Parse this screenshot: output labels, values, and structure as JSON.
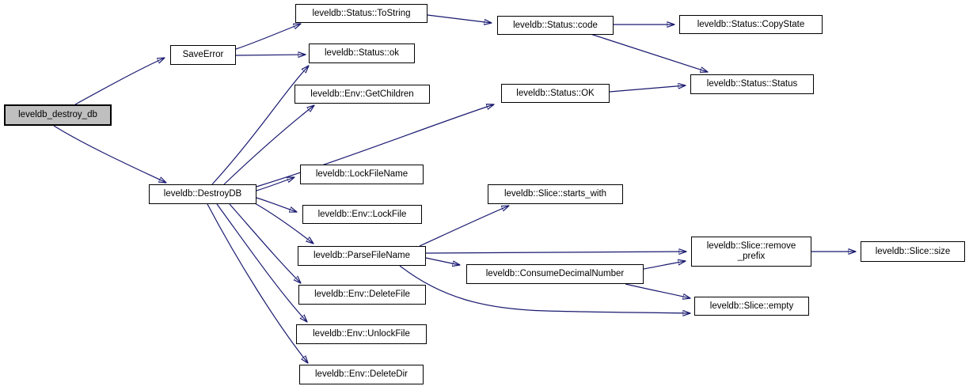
{
  "diagram": {
    "type": "call-graph",
    "colors": {
      "edge": "#191970",
      "node_border": "#000000",
      "node_fill": "#ffffff",
      "highlight_fill": "#bfbfbf",
      "background": "#ffffff",
      "text": "#000000"
    },
    "nodes": {
      "destroy_db": {
        "label": "leveldb_destroy_db",
        "highlighted": true
      },
      "SaveError": {
        "label": "SaveError"
      },
      "ToString": {
        "label": "leveldb::Status::ToString"
      },
      "StatusOk": {
        "label": "leveldb::Status::ok"
      },
      "GetChildren": {
        "label": "leveldb::Env::GetChildren"
      },
      "StatusCode": {
        "label": "leveldb::Status::code"
      },
      "CopyState": {
        "label": "leveldb::Status::CopyState"
      },
      "StatusOK": {
        "label": "leveldb::Status::OK"
      },
      "StatusStatus": {
        "label": "leveldb::Status::Status"
      },
      "DestroyDB": {
        "label": "leveldb::DestroyDB"
      },
      "LockFileName": {
        "label": "leveldb::LockFileName"
      },
      "EnvLockFile": {
        "label": "leveldb::Env::LockFile"
      },
      "ParseFileName": {
        "label": "leveldb::ParseFileName"
      },
      "StartsWith": {
        "label": "leveldb::Slice::starts_with"
      },
      "ConsumeDecimal": {
        "label": "leveldb::ConsumeDecimalNumber"
      },
      "RemovePrefix": {
        "line1": "leveldb::Slice::remove",
        "line2": "_prefix"
      },
      "SliceSize": {
        "label": "leveldb::Slice::size"
      },
      "SliceEmpty": {
        "label": "leveldb::Slice::empty"
      },
      "DeleteFile": {
        "label": "leveldb::Env::DeleteFile"
      },
      "UnlockFile": {
        "label": "leveldb::Env::UnlockFile"
      },
      "DeleteDir": {
        "label": "leveldb::Env::DeleteDir"
      }
    },
    "edges": [
      {
        "from": "leveldb_destroy_db",
        "to": "SaveError"
      },
      {
        "from": "leveldb_destroy_db",
        "to": "leveldb::DestroyDB"
      },
      {
        "from": "SaveError",
        "to": "leveldb::Status::ToString"
      },
      {
        "from": "SaveError",
        "to": "leveldb::Status::ok"
      },
      {
        "from": "leveldb::Status::ToString",
        "to": "leveldb::Status::code"
      },
      {
        "from": "leveldb::Status::code",
        "to": "leveldb::Status::CopyState"
      },
      {
        "from": "leveldb::Status::code",
        "to": "leveldb::Status::Status"
      },
      {
        "from": "leveldb::Status::OK",
        "to": "leveldb::Status::Status"
      },
      {
        "from": "leveldb::DestroyDB",
        "to": "leveldb::Status::ok"
      },
      {
        "from": "leveldb::DestroyDB",
        "to": "leveldb::Env::GetChildren"
      },
      {
        "from": "leveldb::DestroyDB",
        "to": "leveldb::Status::OK"
      },
      {
        "from": "leveldb::DestroyDB",
        "to": "leveldb::LockFileName"
      },
      {
        "from": "leveldb::DestroyDB",
        "to": "leveldb::Env::LockFile"
      },
      {
        "from": "leveldb::DestroyDB",
        "to": "leveldb::ParseFileName"
      },
      {
        "from": "leveldb::DestroyDB",
        "to": "leveldb::Env::DeleteFile"
      },
      {
        "from": "leveldb::DestroyDB",
        "to": "leveldb::Env::UnlockFile"
      },
      {
        "from": "leveldb::DestroyDB",
        "to": "leveldb::Env::DeleteDir"
      },
      {
        "from": "leveldb::ParseFileName",
        "to": "leveldb::Slice::starts_with"
      },
      {
        "from": "leveldb::ParseFileName",
        "to": "leveldb::ConsumeDecimalNumber"
      },
      {
        "from": "leveldb::ParseFileName",
        "to": "leveldb::Slice::remove_prefix"
      },
      {
        "from": "leveldb::ParseFileName",
        "to": "leveldb::Slice::empty"
      },
      {
        "from": "leveldb::ConsumeDecimalNumber",
        "to": "leveldb::Slice::remove_prefix"
      },
      {
        "from": "leveldb::ConsumeDecimalNumber",
        "to": "leveldb::Slice::empty"
      },
      {
        "from": "leveldb::Slice::remove_prefix",
        "to": "leveldb::Slice::size"
      }
    ]
  }
}
